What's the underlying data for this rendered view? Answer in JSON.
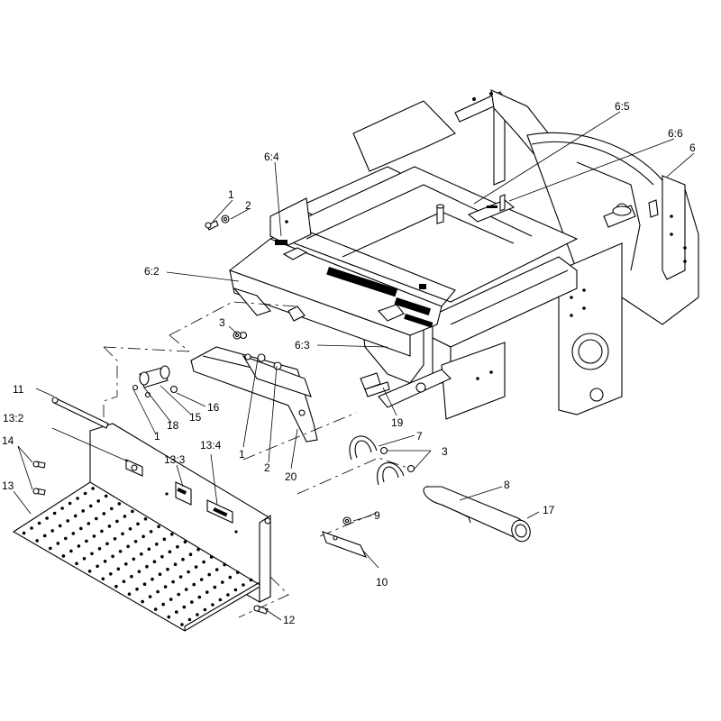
{
  "callouts": [
    {
      "id": "c1a",
      "text": "1"
    },
    {
      "id": "c2a",
      "text": "2"
    },
    {
      "id": "c6-4",
      "text": "6:4"
    },
    {
      "id": "c6-5",
      "text": "6:5"
    },
    {
      "id": "c6-6",
      "text": "6:6"
    },
    {
      "id": "c6",
      "text": "6"
    },
    {
      "id": "c6-2",
      "text": "6:2"
    },
    {
      "id": "c3a",
      "text": "3"
    },
    {
      "id": "c6-3",
      "text": "6:3"
    },
    {
      "id": "c11",
      "text": "11"
    },
    {
      "id": "c16",
      "text": "16"
    },
    {
      "id": "c15",
      "text": "15"
    },
    {
      "id": "c18",
      "text": "18"
    },
    {
      "id": "c1b",
      "text": "1"
    },
    {
      "id": "c1c",
      "text": "1"
    },
    {
      "id": "c2b",
      "text": "2"
    },
    {
      "id": "c20",
      "text": "20"
    },
    {
      "id": "c19",
      "text": "19"
    },
    {
      "id": "c7",
      "text": "7"
    },
    {
      "id": "c3b",
      "text": "3"
    },
    {
      "id": "c13-2",
      "text": "13:2"
    },
    {
      "id": "c13-3",
      "text": "13:3"
    },
    {
      "id": "c13-4",
      "text": "13:4"
    },
    {
      "id": "c14",
      "text": "14"
    },
    {
      "id": "c13",
      "text": "13"
    },
    {
      "id": "c8",
      "text": "8"
    },
    {
      "id": "c17",
      "text": "17"
    },
    {
      "id": "c9",
      "text": "9"
    },
    {
      "id": "c10",
      "text": "10"
    },
    {
      "id": "c12",
      "text": "12"
    }
  ]
}
